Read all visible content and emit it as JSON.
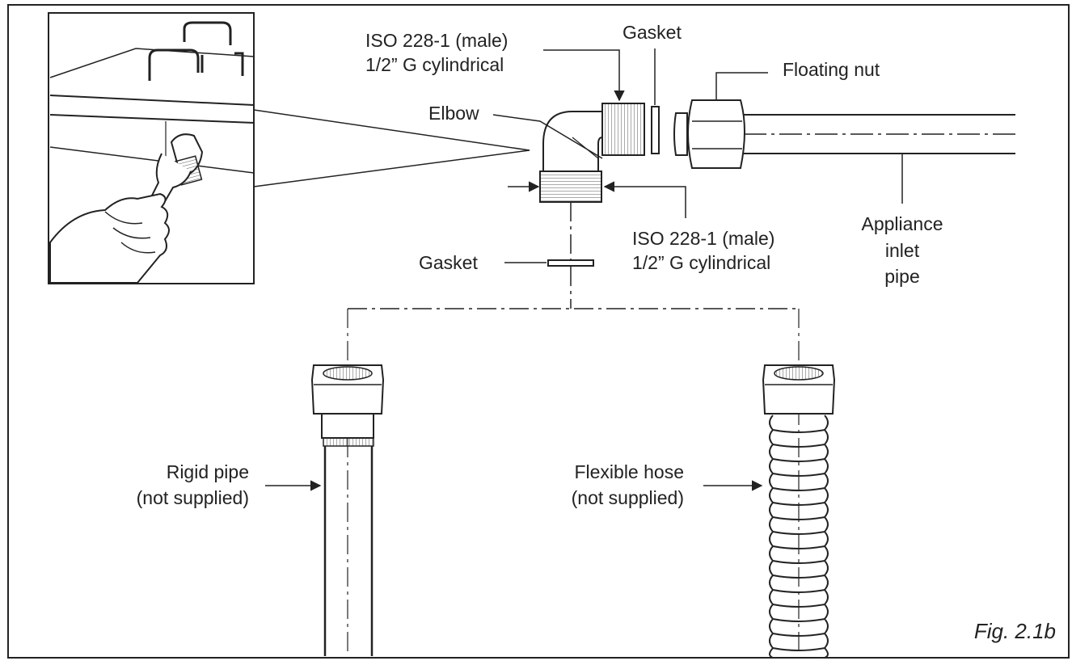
{
  "labels": {
    "iso_top_line1": "ISO 228-1 (male)",
    "iso_top_line2": "1/2” G cylindrical",
    "gasket_top": "Gasket",
    "floating_nut": "Floating nut",
    "elbow": "Elbow",
    "iso_bottom_line1": "ISO 228-1 (male)",
    "iso_bottom_line2": "1/2” G cylindrical",
    "gasket_bottom": "Gasket",
    "appliance_line1": "Appliance",
    "appliance_line2": "inlet",
    "appliance_line3": "pipe",
    "rigid_line1": "Rigid pipe",
    "rigid_line2": "(not supplied)",
    "flexible_line1": "Flexible hose",
    "flexible_line2": "(not supplied)"
  },
  "caption": "Fig. 2.1b",
  "colors": {
    "ink": "#222222",
    "background": "#ffffff",
    "hatch": "#555555"
  }
}
